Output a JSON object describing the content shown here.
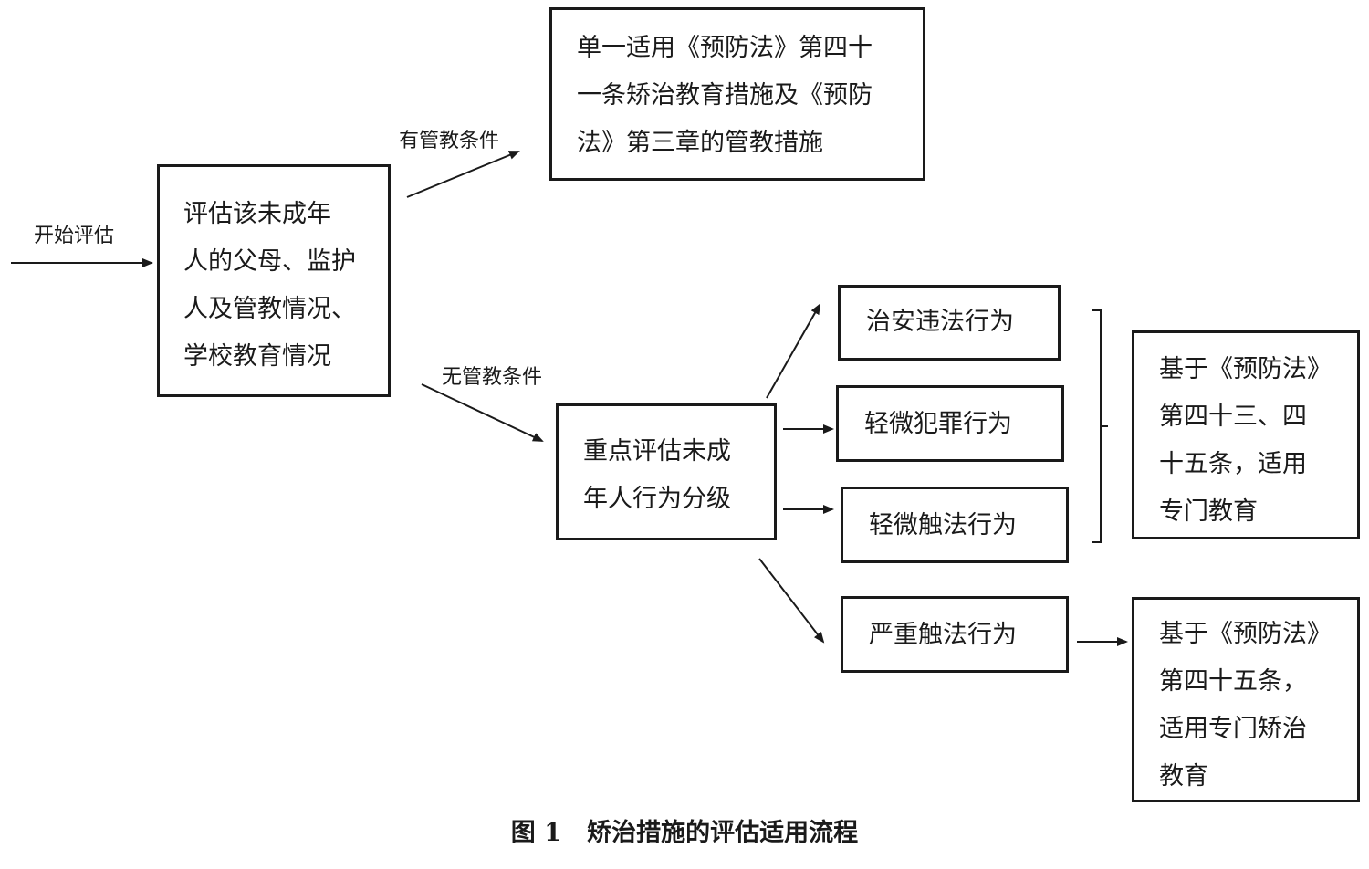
{
  "diagram": {
    "entry_label": "开始评估",
    "assess_box": "评估该未成年\n人的父母、监护\n人及管教情况、\n学校教育情况",
    "with_condition_label": "有管教条件",
    "without_condition_label": "无管教条件",
    "single_apply_box": "单一适用《预防法》第四十\n一条矫治教育措施及《预防\n法》第三章的管教措施",
    "focus_assess_box": "重点评估未成\n年人行为分级",
    "behaviors": [
      "治安违法行为",
      "轻微犯罪行为",
      "轻微触法行为",
      "严重触法行为"
    ],
    "special_education_box": "基于《预防法》\n第四十三、四\n十五条，适用\n专门教育",
    "special_correction_box": "基于《预防法》\n第四十五条，\n适用专门矫治\n教育"
  },
  "caption": "图 1   矫治措施的评估适用流程",
  "colors": {
    "line": "#1a1a1a",
    "background": "#ffffff"
  }
}
